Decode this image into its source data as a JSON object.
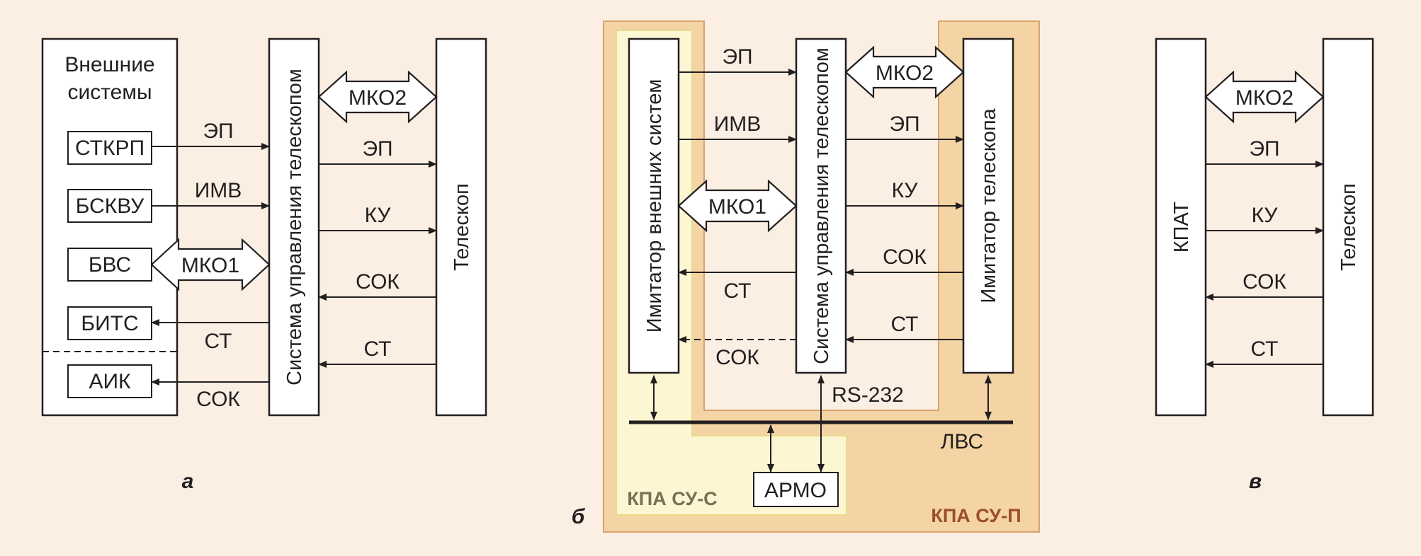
{
  "figure": {
    "a": {
      "caption": "а",
      "external_title_1": "Внешние",
      "external_title_2": "системы",
      "subsystems": [
        "СТКРП",
        "БСКВУ",
        "БВС",
        "БИТС",
        "АИК"
      ],
      "control_system": "Система управления телескопом",
      "telescope": "Телескоп",
      "links_left": [
        "ЭП",
        "ИМВ",
        "МКО1",
        "СТ",
        "СОК"
      ],
      "links_right": [
        "МКО2",
        "ЭП",
        "КУ",
        "СОК",
        "СТ"
      ]
    },
    "b": {
      "caption": "б",
      "imitator_ext": "Имитатор внешних систем",
      "control_system": "Система управления телескопом",
      "imitator_tel": "Имитатор телескопа",
      "links_left": [
        "ЭП",
        "ИМВ",
        "МКО1",
        "СТ",
        "СОК"
      ],
      "links_right": [
        "МКО2",
        "ЭП",
        "КУ",
        "СОК",
        "СТ"
      ],
      "rs232": "RS-232",
      "lan": "ЛВС",
      "armo": "АРМО",
      "zone_s": "КПА СУ-С",
      "zone_p": "КПА СУ-П",
      "zone_colors": {
        "outer": "#f4d3a5",
        "inner": "#fdf6d3",
        "outer_border": "#d8a36c",
        "inner_border": "#e6dc8a",
        "inner_label": "#7c6f55",
        "outer_label": "#9b4e2d"
      }
    },
    "c": {
      "caption": "в",
      "kpat": "КПАТ",
      "telescope": "Телескоп",
      "links": [
        "МКО2",
        "ЭП",
        "КУ",
        "СОК",
        "СТ"
      ]
    }
  }
}
